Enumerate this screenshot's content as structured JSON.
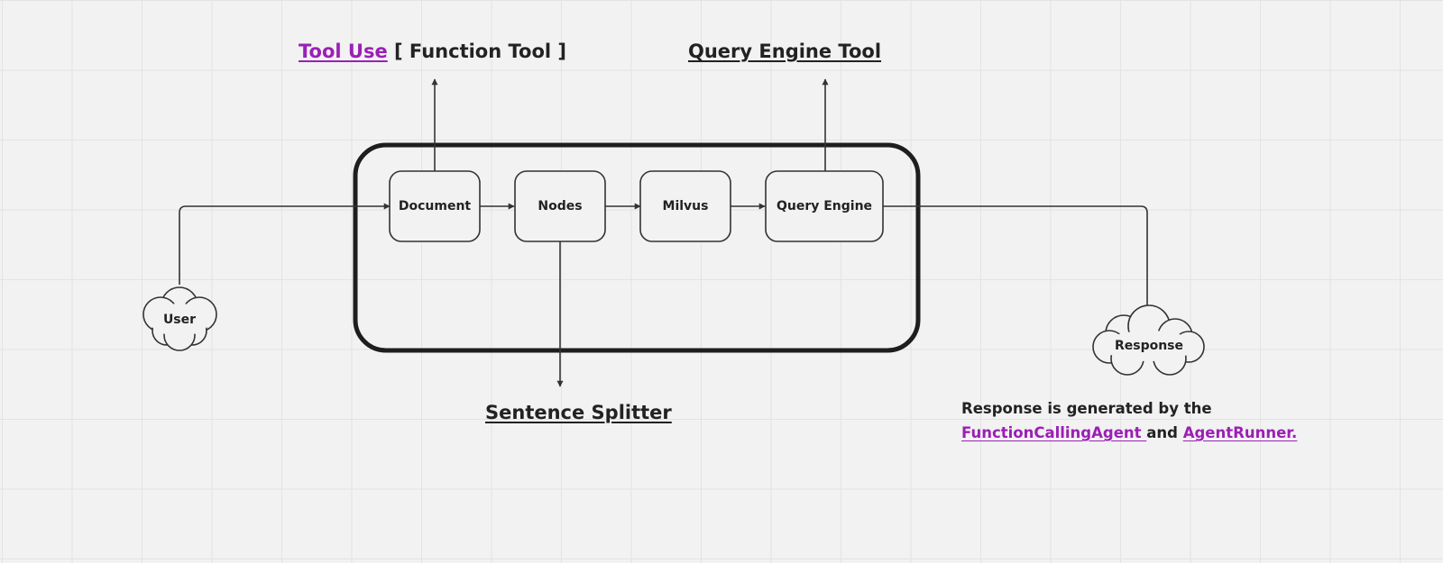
{
  "headings": {
    "tool_use_link": "Tool Use",
    "tool_use_suffix": " [ Function Tool ]",
    "query_engine_tool": "Query Engine Tool",
    "sentence_splitter": "Sentence Splitter"
  },
  "nodes": {
    "user": "User",
    "document": "Document",
    "nodes": "Nodes",
    "milvus": "Milvus",
    "query_engine": "Query Engine",
    "response": "Response"
  },
  "note": {
    "line1": "Response is generated by the",
    "link1": "FunctionCallingAgent ",
    "middle": "and ",
    "link2": "AgentRunner."
  },
  "colors": {
    "link": "#9b1fb5",
    "stroke": "#333333",
    "container_stroke": "#1e1e1e",
    "background": "#f2f2f2"
  }
}
